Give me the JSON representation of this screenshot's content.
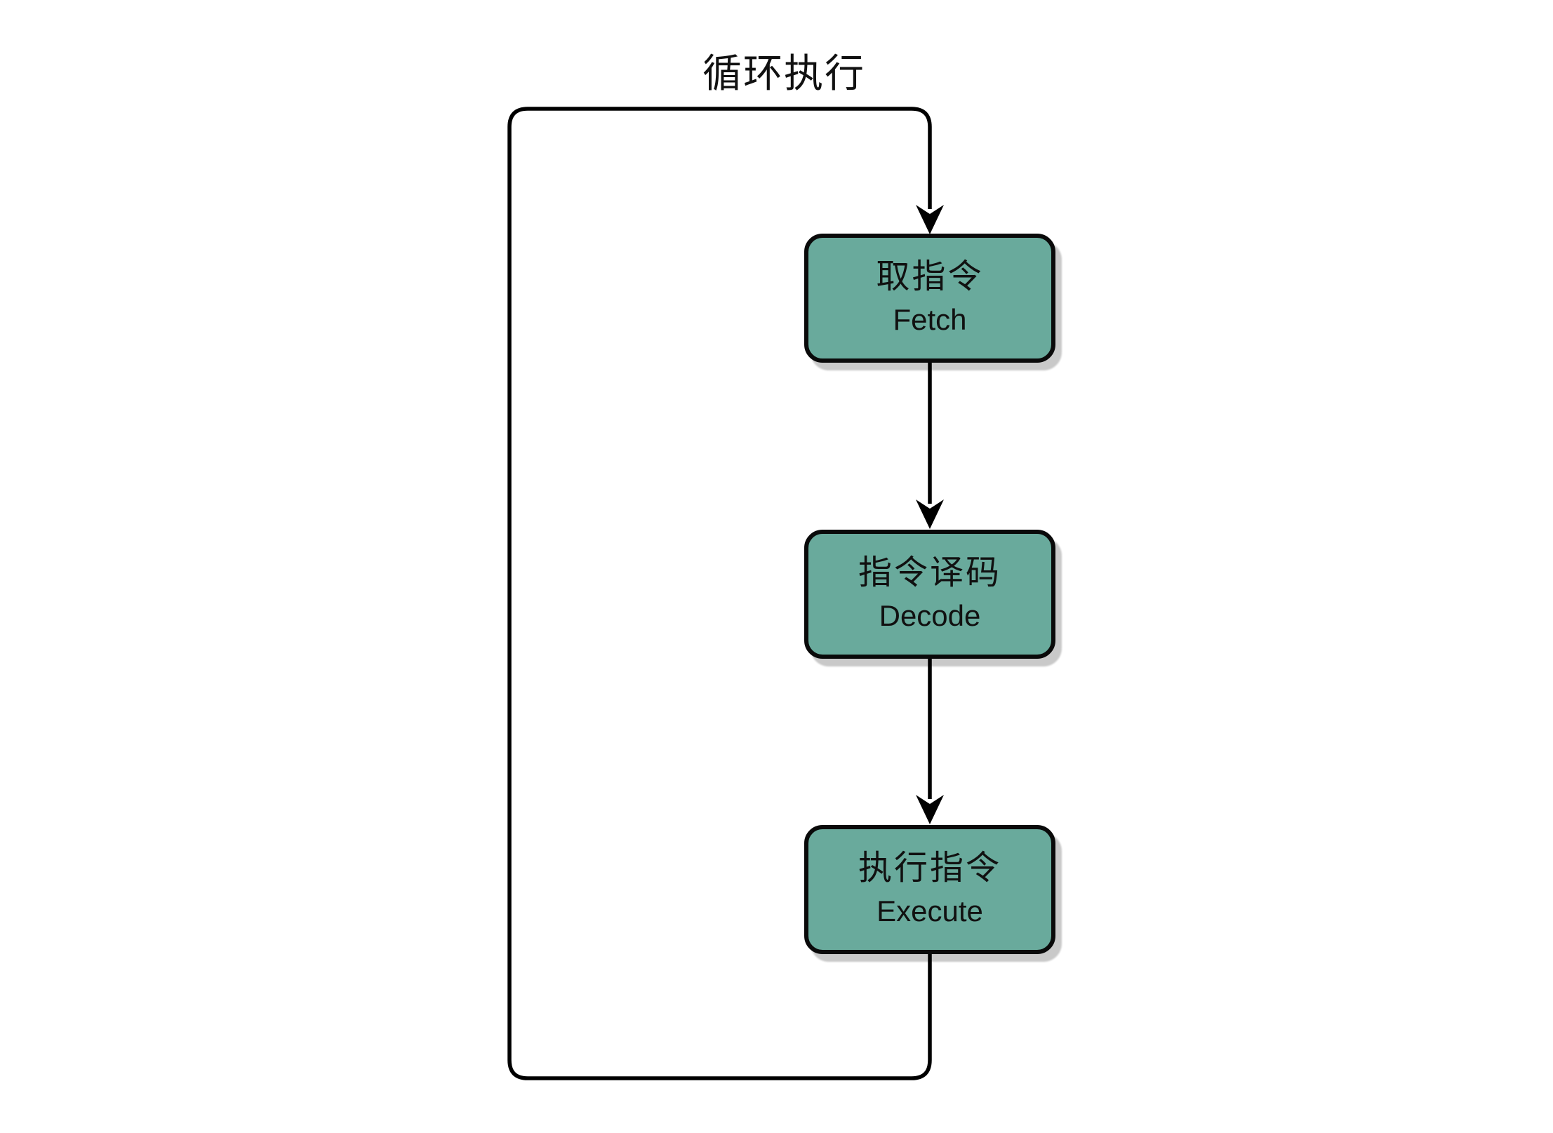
{
  "diagram": {
    "type": "flowchart",
    "title": "循环执行",
    "nodes": [
      {
        "id": "fetch",
        "zh": "取指令",
        "en": "Fetch"
      },
      {
        "id": "decode",
        "zh": "指令译码",
        "en": "Decode"
      },
      {
        "id": "execute",
        "zh": "执行指令",
        "en": "Execute"
      }
    ],
    "edges": [
      {
        "from": "fetch",
        "to": "decode",
        "style": "straight-arrow"
      },
      {
        "from": "decode",
        "to": "execute",
        "style": "straight-arrow"
      },
      {
        "from": "execute",
        "to": "fetch",
        "style": "loop-back-arrow"
      }
    ]
  },
  "colors": {
    "background": "#ffffff",
    "node_fill": "#69aa9c",
    "node_border": "#0a0a0a",
    "line": "#000000",
    "text": "#111111",
    "shadow": "#c9c9c9"
  }
}
